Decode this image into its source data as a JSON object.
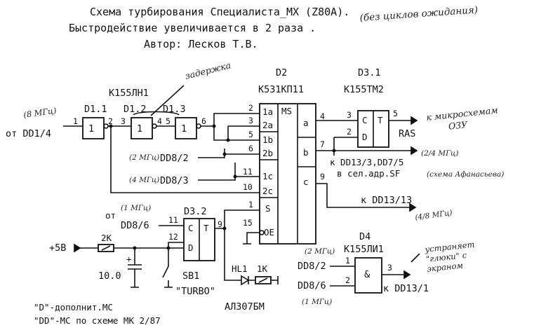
{
  "header": {
    "title_line1": "Схема турбирования Специалиста_МХ (Z80A).",
    "title_line2": "Быстродействие увеличивается в 2 раза .",
    "author": "Автор: Лесков Т.В.",
    "note_no_wait": "(без циклов ожидания)"
  },
  "chips": {
    "d1_type": "К155ЛН1",
    "d1_1": "D1.1",
    "d1_2": "D1.2",
    "d1_3": "D1.3",
    "d2_name": "D2",
    "d2_type": "К531КП11",
    "d3_1_name": "D3.1",
    "d3_1_type": "К155ТМ2",
    "d3_2_name": "D3.2",
    "d4_name": "D4",
    "d4_type": "К155ЛИ1"
  },
  "mux": {
    "ms": "MS",
    "in_1a": "1a",
    "in_2a": "2a",
    "in_1b": "1b",
    "in_2b": "2b",
    "in_1c": "1c",
    "in_2c": "2c",
    "in_s": "S",
    "in_oe": "OE",
    "out_a": "a",
    "out_b": "b",
    "out_c": "c"
  },
  "pins": {
    "p1": "1",
    "p2": "2",
    "p3": "3",
    "p4": "4",
    "p5": "5",
    "p6": "6",
    "m2": "2",
    "m3": "3",
    "m5": "5",
    "m6": "6",
    "m11": "11",
    "m10": "10",
    "m1": "1",
    "m15": "15",
    "m4": "4",
    "m7": "7",
    "m9": "9",
    "t3": "3",
    "t2": "2",
    "t5": "5",
    "d32_11": "11",
    "d32_12": "12",
    "d32_9": "9",
    "a1": "1",
    "a2": "2",
    "a3": "3"
  },
  "flipflop": {
    "c": "C",
    "d": "D",
    "t": "T",
    "and_sym": "&"
  },
  "signals": {
    "from_dd1": "от DD1/4",
    "dd8_2": "DD8/2",
    "dd8_3": "DD8/3",
    "dd8_6": "DD8/6",
    "ras": "RAS",
    "to_ram": "к микросхемам ОЗУ",
    "dd13_3": "к DD13/3,DD7/5",
    "sel_addr": "в сел.адр.SF",
    "dd13_13": "к DD13/13",
    "dd8_2_b": "DD8/2",
    "dd8_6_b": "DD8/6",
    "dd13_1": "к DD13/1",
    "plus5v": "+5B",
    "from_dd8_6": "от"
  },
  "components": {
    "r_2k": "2K",
    "cap": "10.0",
    "sb1": "SB1",
    "turbo": "\"TURBO\"",
    "hl1": "HL1",
    "r_1k": "1K",
    "led": "АЛ307БМ"
  },
  "handnotes": {
    "delay": "задержка",
    "f8": "(8 МГц)",
    "f2": "(2 МГц)",
    "f4": "(4 МГц)",
    "f1": "(1 МГц)",
    "f24": "(2/4 МГц)",
    "afanasyev": "(схема Афанасьева)",
    "f48": "(4/8 МГц)",
    "f2b": "(2 МГц)",
    "f1b": "(1 МГц)",
    "removes_glitches": "устраняет \"глюки\" с экраном"
  },
  "footnotes": {
    "note1": "\"D\"-дополнит.МС",
    "note2": "\"DD\"-МС по схеме МК 2/87"
  }
}
